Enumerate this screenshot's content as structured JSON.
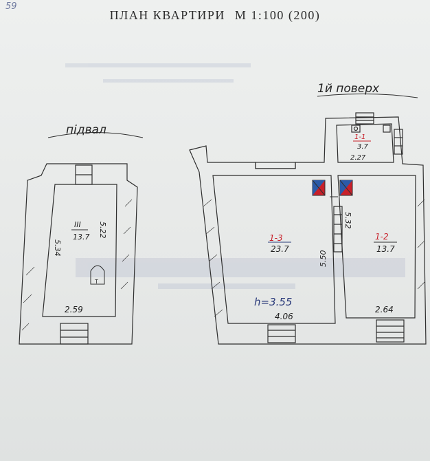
{
  "page_number": "59",
  "title": {
    "main": "ПЛАН КВАРТИРИ",
    "scale": "М 1:100 (200)"
  },
  "basement": {
    "label": "підвал",
    "room_id": "III",
    "room_area": "13.7",
    "side_left": "5.34",
    "side_right": "5.22",
    "bottom": "2.59"
  },
  "first_floor": {
    "label": "1й поверх",
    "room_1_1": {
      "id": "1-1",
      "area": "3.7",
      "width": "2.27"
    },
    "room_1_3": {
      "id": "1-3",
      "area": "23.7",
      "height_label": "h=3.55",
      "width": "4.06",
      "side": "5.50"
    },
    "room_1_2": {
      "id": "1-2",
      "area": "13.7",
      "side": "5.32",
      "width": "2.64"
    }
  },
  "colors": {
    "ink": "#2f2f2f",
    "pen": "#2a3a7a",
    "red": "#c8202a",
    "blue": "#2a5aa8"
  }
}
